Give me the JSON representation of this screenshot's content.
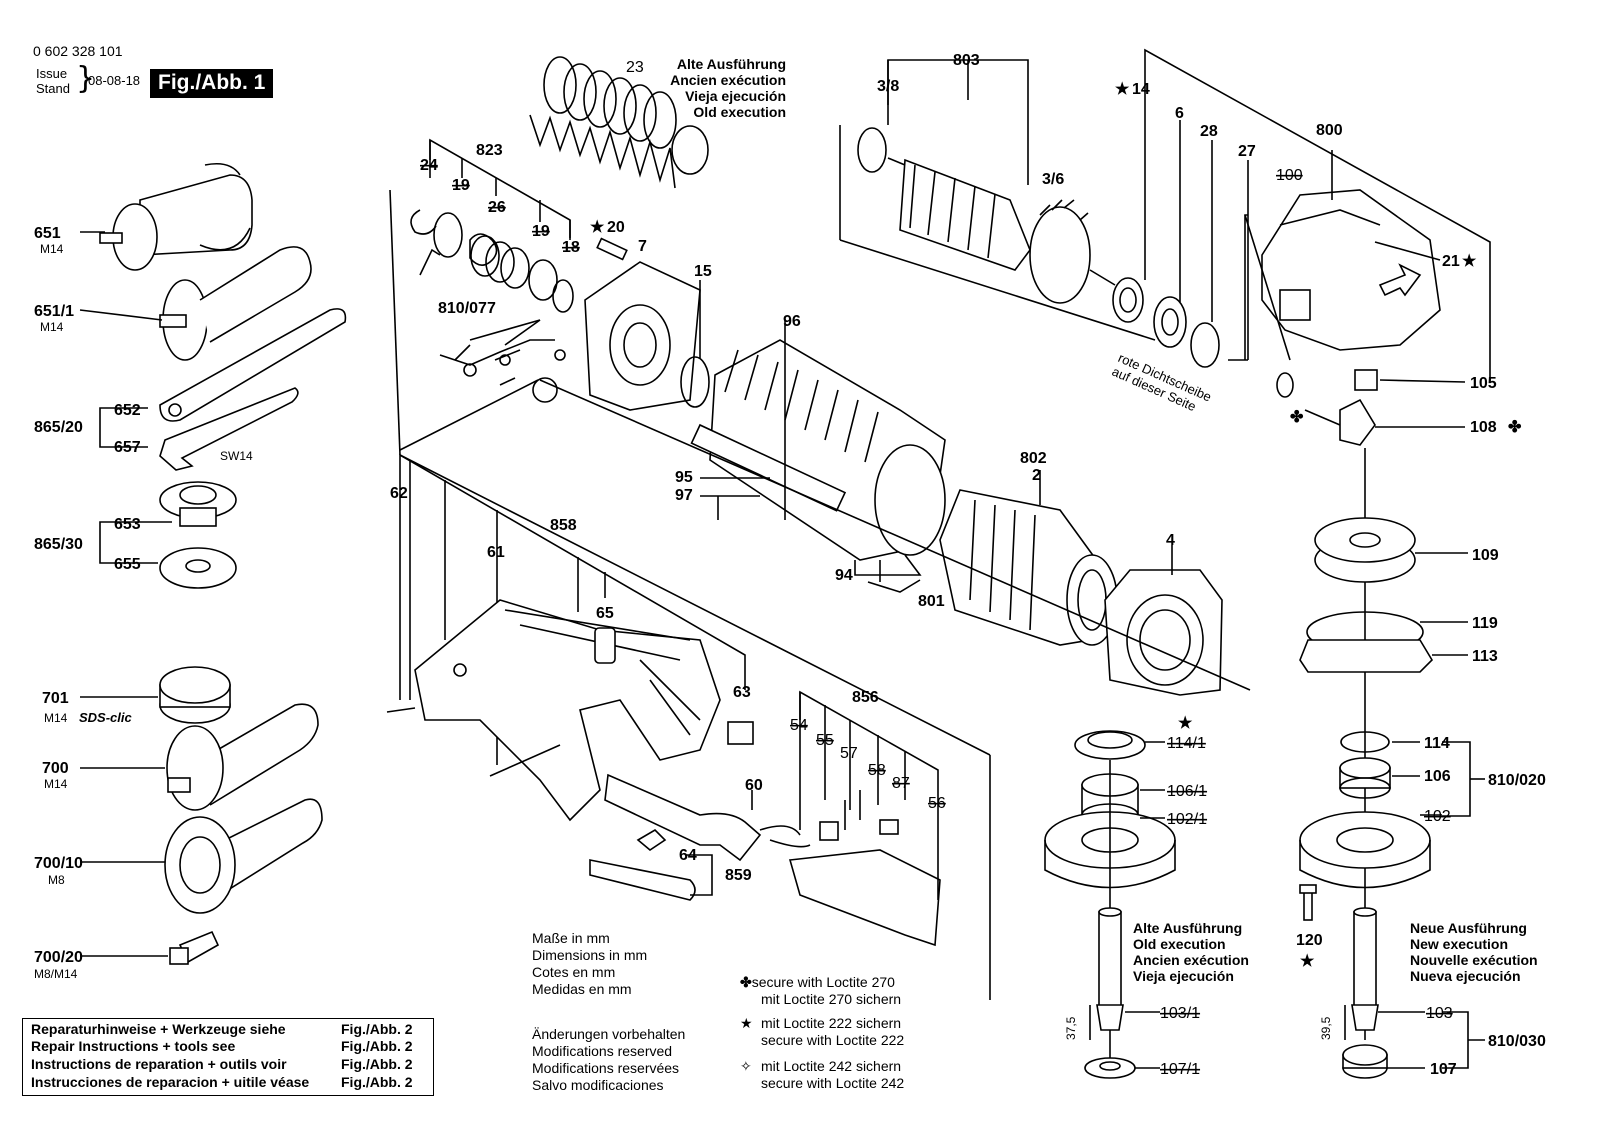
{
  "header": {
    "doc_number": "0 602 328 101",
    "issue_label": "Issue",
    "stand_label": "Stand",
    "date": "08-08-18",
    "figure_tag": "Fig./Abb. 1"
  },
  "old_execution_top": [
    "Alte Ausführung",
    "Ancien exécution",
    "Vieja ejecución",
    "Old execution"
  ],
  "old_execution_bottom": [
    "Alte Ausführung",
    "Old execution",
    "Ancien exécution",
    "Vieja ejecución"
  ],
  "new_execution": [
    "Neue Ausführung",
    "New execution",
    "Nouvelle exécution",
    "Nueva ejecución"
  ],
  "red_seal_note": [
    "rote Dichtscheibe",
    "auf dieser Seite"
  ],
  "dimensions_note": [
    "Maße in mm",
    "Dimensions in mm",
    "Cotes en mm",
    "Medidas en mm"
  ],
  "modifications_note": [
    "Änderungen vorbehalten",
    "Modifications reserved",
    "Modifications reservées",
    "Salvo modificaciones"
  ],
  "loctite_notes": [
    {
      "symbol": "✤",
      "lines": [
        "secure with Loctite 270",
        "mit Loctite 270 sichern"
      ]
    },
    {
      "symbol": "★",
      "lines": [
        "mit Loctite 222 sichern",
        "secure with Loctite 222"
      ]
    },
    {
      "symbol": "✧",
      "lines": [
        "mit Loctite 242 sichern",
        "secure with Loctite 242"
      ]
    }
  ],
  "repair_box": [
    {
      "text": "Reparaturhinweise + Werkzeuge siehe",
      "ref": "Fig./Abb. 2"
    },
    {
      "text": "Repair Instructions + tools see",
      "ref": "Fig./Abb. 2"
    },
    {
      "text": "Instructions de reparation + outils voir",
      "ref": "Fig./Abb. 2"
    },
    {
      "text": "Instrucciones de reparacion + uitile véase",
      "ref": "Fig./Abb. 2"
    }
  ],
  "labels": {
    "p651": "651",
    "p651_sub": "M14",
    "p651_1": "651/1",
    "p651_1_sub": "M14",
    "p652": "652",
    "p657": "657",
    "p865_20": "865/20",
    "sw14": "SW14",
    "p653": "653",
    "p655": "655",
    "p865_30": "865/30",
    "p701": "701",
    "p701_sub": "M14",
    "sds": "SDS-clic",
    "p700": "700",
    "p700_sub": "M14",
    "p700_10": "700/10",
    "p700_10_sub": "M8",
    "p700_20": "700/20",
    "p700_20_sub": "M8/M14",
    "p23": "23",
    "p823": "823",
    "p24": "24",
    "p19a": "19",
    "p26": "26",
    "p19b": "19",
    "p18": "18",
    "p20": "20",
    "p7": "7",
    "p15": "15",
    "p810_077": "810/077",
    "p96": "96",
    "p95": "95",
    "p97": "97",
    "p94": "94",
    "p801": "801",
    "p802": "802",
    "p2": "2",
    "p4": "4",
    "p803": "803",
    "p3_8": "3/8",
    "p3_6": "3/6",
    "p14": "14",
    "p6": "6",
    "p28": "28",
    "p27": "27",
    "p800": "800",
    "p100": "100",
    "p21": "21",
    "p105": "105",
    "p108": "108",
    "p109": "109",
    "p119": "119",
    "p113": "113",
    "p114": "114",
    "p106": "106",
    "p102": "102",
    "p810_020": "810/020",
    "p120": "120",
    "p103": "103",
    "p107": "107",
    "p810_030": "810/030",
    "p114_1": "114/1",
    "p106_1": "106/1",
    "p102_1": "102/1",
    "p103_1": "103/1",
    "p107_1": "107/1",
    "dim37_5": "37,5",
    "dim39_5": "39,5",
    "p62": "62",
    "p61": "61",
    "p858": "858",
    "p65": "65",
    "p63": "63",
    "p856": "856",
    "p54": "54",
    "p55": "55",
    "p57": "57",
    "p58": "58",
    "p87": "87",
    "p56": "56",
    "p60": "60",
    "p64": "64",
    "p859": "859"
  },
  "colors": {
    "ink": "#000000",
    "paper": "#ffffff",
    "figure_tag_bg": "#000000"
  }
}
